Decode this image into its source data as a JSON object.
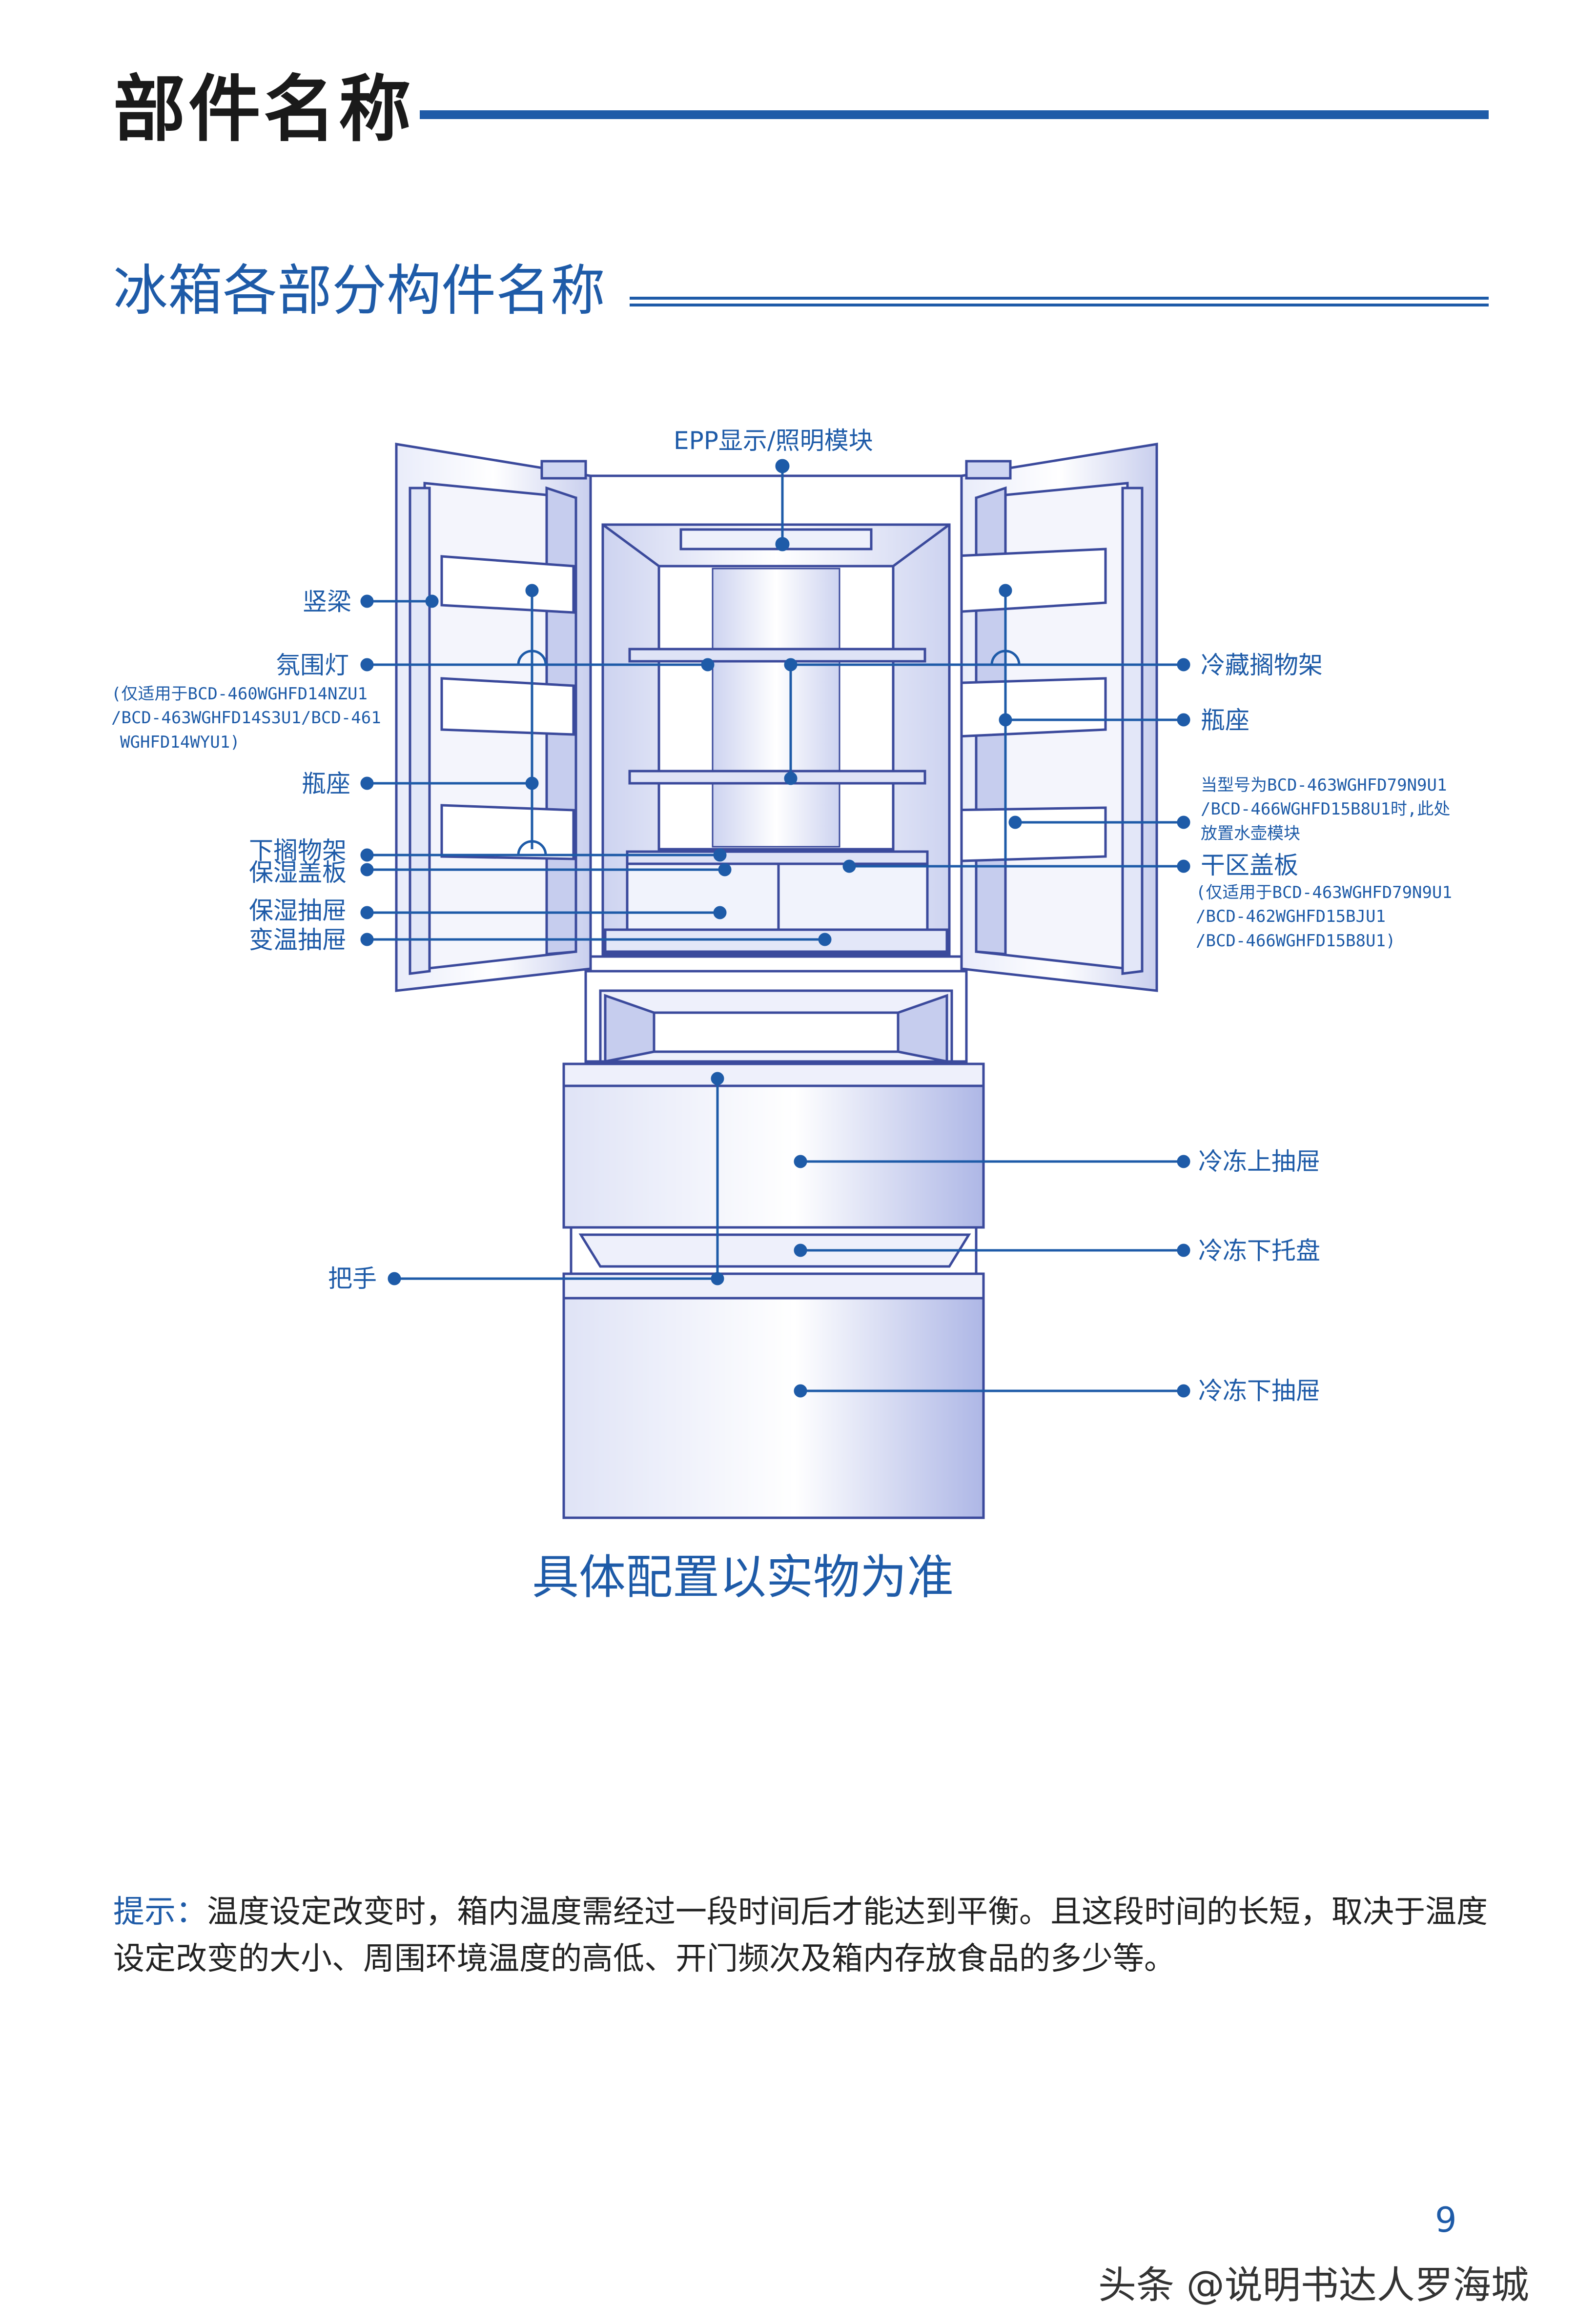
{
  "page_title": "部件名称",
  "section_title": "冰箱各部分构件名称",
  "labels": {
    "epp": "EPP显示/照明模块",
    "vertical_beam": "竖梁",
    "ambient_light": "氛围灯",
    "ambient_note_1": "(仅适用于BCD-460WGHFD14NZU1",
    "ambient_note_2": "/BCD-463WGHFD14S3U1/BCD-461",
    "ambient_note_3": "WGHFD14WYU1)",
    "bottle_seat_left": "瓶座",
    "lower_shelf": "下搁物架",
    "moist_cover": "保湿盖板",
    "moist_drawer": "保湿抽屉",
    "variable_drawer": "变温抽屉",
    "cold_shelf": "冷藏搁物架",
    "bottle_seat_right": "瓶座",
    "kettle_note_1": "当型号为BCD-463WGHFD79N9U1",
    "kettle_note_2": "/BCD-466WGHFD15B8U1时,此处",
    "kettle_note_3": "放置水壶模块",
    "dry_cover": "干区盖板",
    "dry_note_1": "(仅适用于BCD-463WGHFD79N9U1",
    "dry_note_2": "/BCD-462WGHFD15BJU1",
    "dry_note_3": "/BCD-466WGHFD15B8U1)",
    "handle": "把手",
    "freezer_upper": "冷冻上抽屉",
    "freezer_tray": "冷冻下托盘",
    "freezer_lower": "冷冻下抽屉"
  },
  "config_note": "具体配置以实物为准",
  "tip_label": "提示：",
  "tip_text": "温度设定改变时，箱内温度需经过一段时间后才能达到平衡。且这段时间的长短，取决于温度设定改变的大小、周围环境温度的高低、开门频次及箱内存放食品的多少等。",
  "page_number": "9",
  "watermark": "头条 @说明书达人罗海城",
  "colors": {
    "accent": "#1e5ba8",
    "text": "#1a1a1a"
  }
}
